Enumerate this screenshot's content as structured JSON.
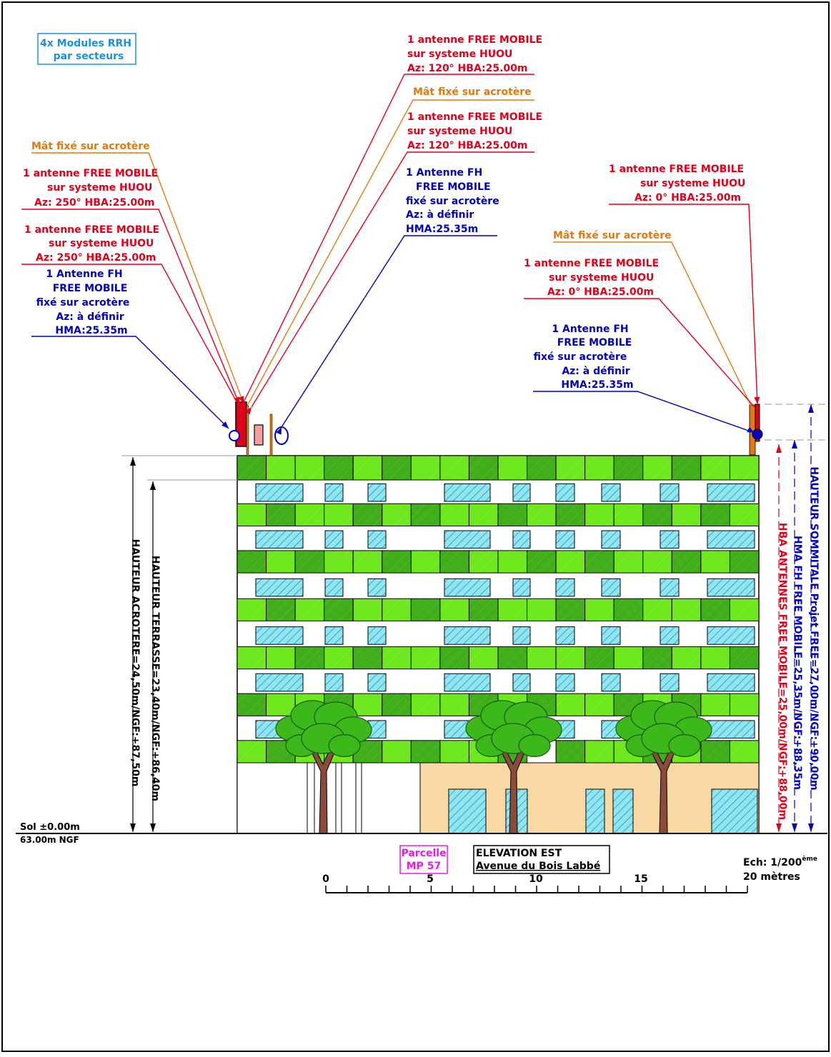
{
  "colors": {
    "red": "#e0001a",
    "orange": "#e07a10",
    "blue": "#0000c0",
    "cyan": "#1a90e0",
    "magenta": "#e020e0",
    "facade_green_light": "#6ee81c",
    "facade_green_dark": "#3fae18",
    "window_cyan": "#8fe6f0",
    "ground_floor_beige": "#f8d9a3",
    "tree_canopy": "#3cb81a",
    "tree_trunk": "#8b4b3a"
  },
  "drawing": {
    "rrh_note": [
      "4x Modules RRH",
      "par secteurs"
    ],
    "labels_left": {
      "mast": "Mât fixé sur acrotère",
      "antenna_250_a": [
        "1 antenne FREE MOBILE",
        "sur systeme HUOU",
        "Az: 250° HBA:25.00m"
      ],
      "antenna_250_b": [
        "1 antenne FREE MOBILE",
        "sur systeme HUOU",
        "Az: 250° HBA:25.00m"
      ],
      "fh_antenna": [
        "1 Antenne FH",
        "FREE MOBILE",
        "fixé sur acrotère",
        "Az: à définir",
        "HMA:25.35m"
      ]
    },
    "labels_center": {
      "antenna_120_a": [
        "1 antenne FREE MOBILE",
        "sur systeme HUOU",
        "Az: 120° HBA:25.00m"
      ],
      "mast": "Mât fixé sur acrotère",
      "antenna_120_b": [
        "1 antenne FREE MOBILE",
        "sur systeme HUOU",
        "Az: 120° HBA:25.00m"
      ],
      "fh_antenna": [
        "1 Antenne FH",
        "FREE MOBILE",
        "fixé sur acrotère",
        "Az: à définir",
        "HMA:25.35m"
      ]
    },
    "labels_right": {
      "antenna_0_a": [
        "1 antenne FREE MOBILE",
        "sur systeme HUOU",
        "Az: 0° HBA:25.00m"
      ],
      "mast": "Mât fixé sur acrotère",
      "antenna_0_b": [
        "1 antenne FREE MOBILE",
        "sur systeme HUOU",
        "Az: 0° HBA:25.00m"
      ],
      "fh_antenna": [
        "1 Antenne FH",
        "FREE MOBILE",
        "fixé sur acrotère",
        "Az: à définir",
        "HMA:25.35m"
      ]
    },
    "dimensions": {
      "terrasse": "HAUTEUR TERRASSE=23,40m/NGF:+86,40m",
      "acrotere": "HAUTEUR ACROTERE=24,50m/NGF:+87,50m",
      "hba": "HBA ANTENNES FREE MOBILE=25,00m/NGF:+88,00m",
      "hma": "HMA FH FREE MOBILE=25,35m/NGF:+88,35m",
      "sommitale": "HAUTEUR SOMMITALE Projet FREE=27,00m/NGF:+90,00m"
    },
    "ground": {
      "sol": "Sol ±0.00m",
      "ngf": "63.00m NGF"
    },
    "parcel": [
      "Parcelle",
      "MP 57"
    ],
    "title_block": {
      "title": "ELEVATION EST",
      "street": "Avenue du Bois Labbé"
    },
    "scale": {
      "ratio": "Ech: 1/200",
      "ratio_sup": "ème",
      "ticks": [
        "0",
        "5",
        "10",
        "15"
      ],
      "unit": "20 mètres"
    }
  }
}
